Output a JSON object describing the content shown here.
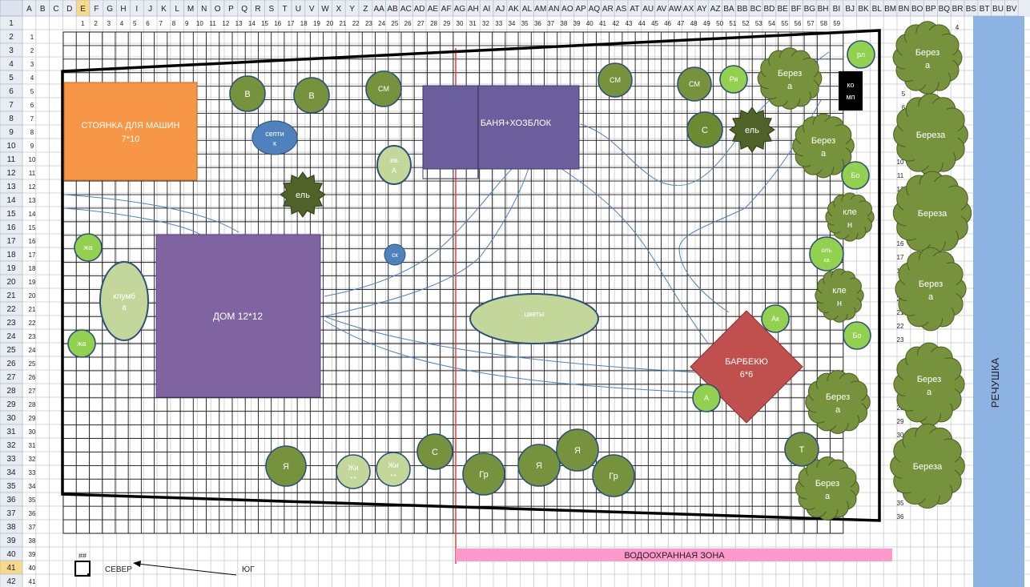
{
  "sheet": {
    "selected_cell": "E41",
    "cell_marker": "##",
    "col_headers": [
      "A",
      "B",
      "C",
      "D",
      "E",
      "F",
      "G",
      "H",
      "I",
      "J",
      "K",
      "L",
      "M",
      "N",
      "O",
      "P",
      "Q",
      "R",
      "S",
      "T",
      "U",
      "V",
      "W",
      "X",
      "Y",
      "Z",
      "AA",
      "AB",
      "AC",
      "AD",
      "AE",
      "AF",
      "AG",
      "AH",
      "AI",
      "AJ",
      "AK",
      "AL",
      "AM",
      "AN",
      "AO",
      "AP",
      "AQ",
      "AR",
      "AS",
      "AT",
      "AU",
      "AV",
      "AW",
      "AX",
      "AY",
      "AZ",
      "BA",
      "BB",
      "BC",
      "BD",
      "BE",
      "BF",
      "BG",
      "BH",
      "BI",
      "BJ",
      "BK",
      "BL",
      "BM",
      "BN",
      "BO",
      "BP",
      "BQ",
      "BR",
      "BS",
      "BT",
      "BU",
      "BV"
    ],
    "row_headers": [
      "1",
      "2",
      "3",
      "4",
      "5",
      "6",
      "7",
      "8",
      "9",
      "10",
      "11",
      "12",
      "13",
      "14",
      "15",
      "16",
      "17",
      "18",
      "19",
      "20",
      "21",
      "22",
      "23",
      "24",
      "25",
      "26",
      "27",
      "28",
      "29",
      "30",
      "31",
      "32",
      "33",
      "34",
      "35",
      "36",
      "37",
      "38",
      "39",
      "40",
      "41",
      "42"
    ],
    "colors": {
      "grid": "#1a1a1a",
      "parking": "#f79646",
      "house": "#8064a2",
      "bath": "#6a5f9c",
      "bbq": "#c0504d",
      "birch": "#76923c",
      "light_green": "#92d050",
      "pale_green": "#c4d79b",
      "dark_green": "#4f6228",
      "blue_element": "#4f81bd",
      "river": "#8db3e2",
      "water_zone": "#ff99cc",
      "red_line": "#e04040",
      "stream": "#4f81bd"
    }
  },
  "plan": {
    "parking": "СТОЯНКА ДЛЯ МАШИН",
    "parking_size": "7*10",
    "house": "ДОМ  12*12",
    "bath": "БАНЯ+ХОЗБЛОК",
    "bbq": "БАРБЕКЮ",
    "bbq_size": "6*6",
    "flowers": "цветы",
    "flowerbed_1": "клумб",
    "flowerbed_2": "а",
    "septic_1": "септи",
    "septic_2": "к",
    "well": "ск",
    "spruce": "ель",
    "willow_1": "ив",
    "willow_2": "А",
    "compost_1": "ко",
    "compost_2": "мп",
    "river": "РЕЧУШКА",
    "water_zone": "ВОДООХРАННАЯ ЗОНА",
    "north": "СЕВЕР",
    "south": "ЮГ"
  },
  "trees": {
    "birch_1": "Берез",
    "birch_2": "а",
    "birch_full": "Береза",
    "maple_1": "кле",
    "maple_2": "н",
    "alder_1": "оль",
    "alder_2": "ха",
    "jasmine": "жа",
    "cherry": "В",
    "sm": "СМ",
    "s": "С",
    "ya": "Я",
    "gr": "Гр",
    "a": "А",
    "ak": "Ак",
    "bo": "Бо",
    "t": "Т",
    "rya": "Ря",
    "rl": "рл",
    "zhi": "Жи",
    "dots": "• •"
  }
}
